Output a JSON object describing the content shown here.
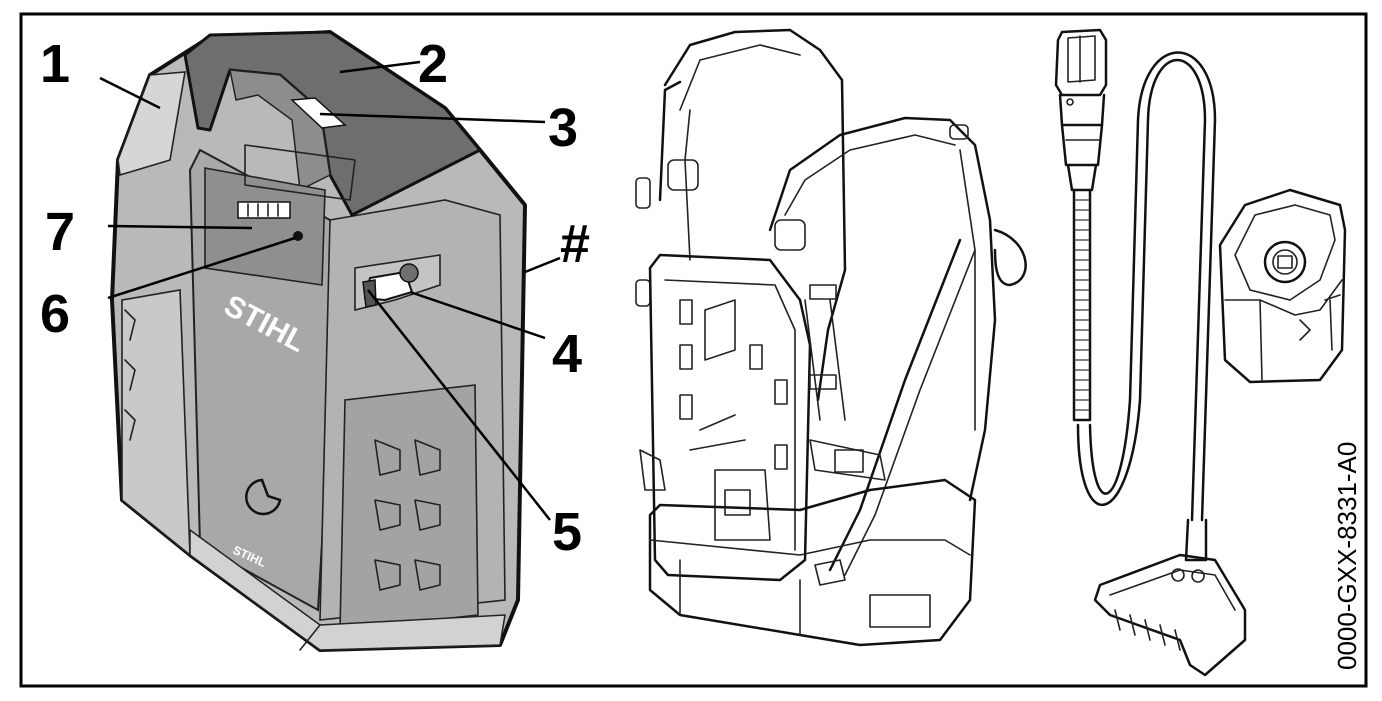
{
  "diagram": {
    "callouts": {
      "c1": "1",
      "c2": "2",
      "c3": "3",
      "c4": "4",
      "c5": "5",
      "c6": "6",
      "c7": "7",
      "hash": "#"
    },
    "brand_front": "STIHL",
    "brand_bottom": "STIHL",
    "image_code": "0000-GXX-8331-A0",
    "colors": {
      "body_gray": "#b9b9b9",
      "handle_dark": "#6e6e6e",
      "panel_gray": "#9c9c9c",
      "outline": "#111111"
    }
  }
}
